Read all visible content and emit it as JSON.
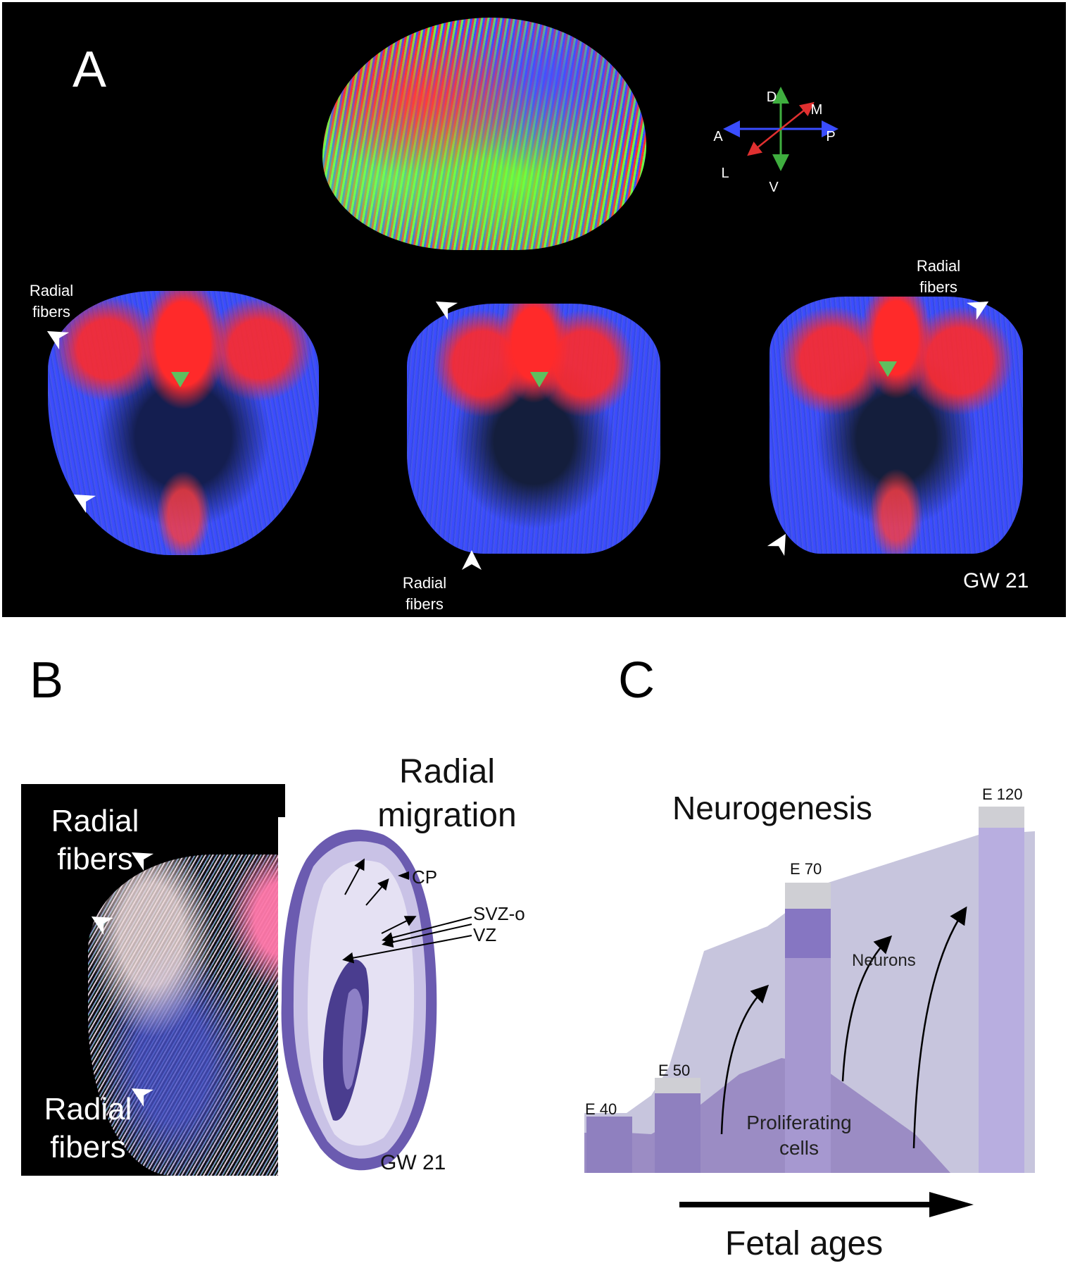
{
  "panel_a": {
    "letter": "A",
    "compass": {
      "d": "D",
      "m": "M",
      "a": "A",
      "p": "P",
      "l": "L",
      "v": "V"
    },
    "label_left": "Radial fibers",
    "label_middle": "Radial fibers",
    "label_right": "Radial fibers",
    "stage": "GW 21"
  },
  "panel_b": {
    "letter": "B",
    "title": "Radial migration",
    "radial_top": "Radial fibers",
    "radial_bottom": "Radial fibers",
    "cp": "CP",
    "svz": "SVZ-o",
    "vz": "VZ",
    "stage": "GW 21"
  },
  "panel_c": {
    "letter": "C",
    "title": "Neurogenesis",
    "stages": [
      "E 40",
      "E 50",
      "E 70",
      "E 120"
    ],
    "neurons": "Neurons",
    "proliferating": "Proliferating cells",
    "axis": "Fetal ages"
  },
  "colors": {
    "panel_bg": "#000000",
    "fiber_red": "#ff2a2a",
    "fiber_blue": "#3a4dff",
    "fiber_green": "#66ff33",
    "nissl": "#6b5bb0",
    "neuron_fill": "#c7c5dd",
    "prolif_fill": "#9b8cc4"
  }
}
